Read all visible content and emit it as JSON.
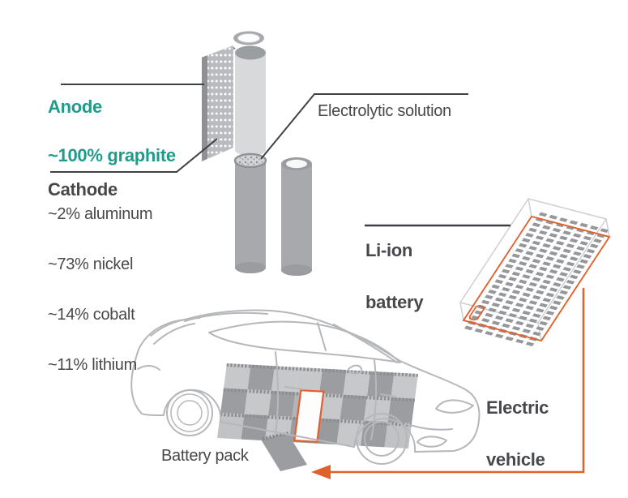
{
  "anode": {
    "title": "Anode",
    "composition": "~100% graphite"
  },
  "cathode": {
    "title": "Cathode",
    "items": [
      "~2% aluminum",
      "~73% nickel",
      "~14% cobalt",
      "~11% lithium"
    ]
  },
  "electrolyte": {
    "label": "Electrolytic solution"
  },
  "li_ion_battery": {
    "line1": "Li-ion",
    "line2": "battery"
  },
  "electric_vehicle": {
    "line1": "Electric",
    "line2": "vehicle"
  },
  "battery_pack": {
    "label": "Battery pack"
  },
  "colors": {
    "anode_teal": "#1E9C8B",
    "dark_text": "#47484B",
    "accent_orange": "#E2602C",
    "callout_line": "#3F4144",
    "car_sketch_gray": "#B5B7BA",
    "cell_gray": "#A7A9AC"
  }
}
